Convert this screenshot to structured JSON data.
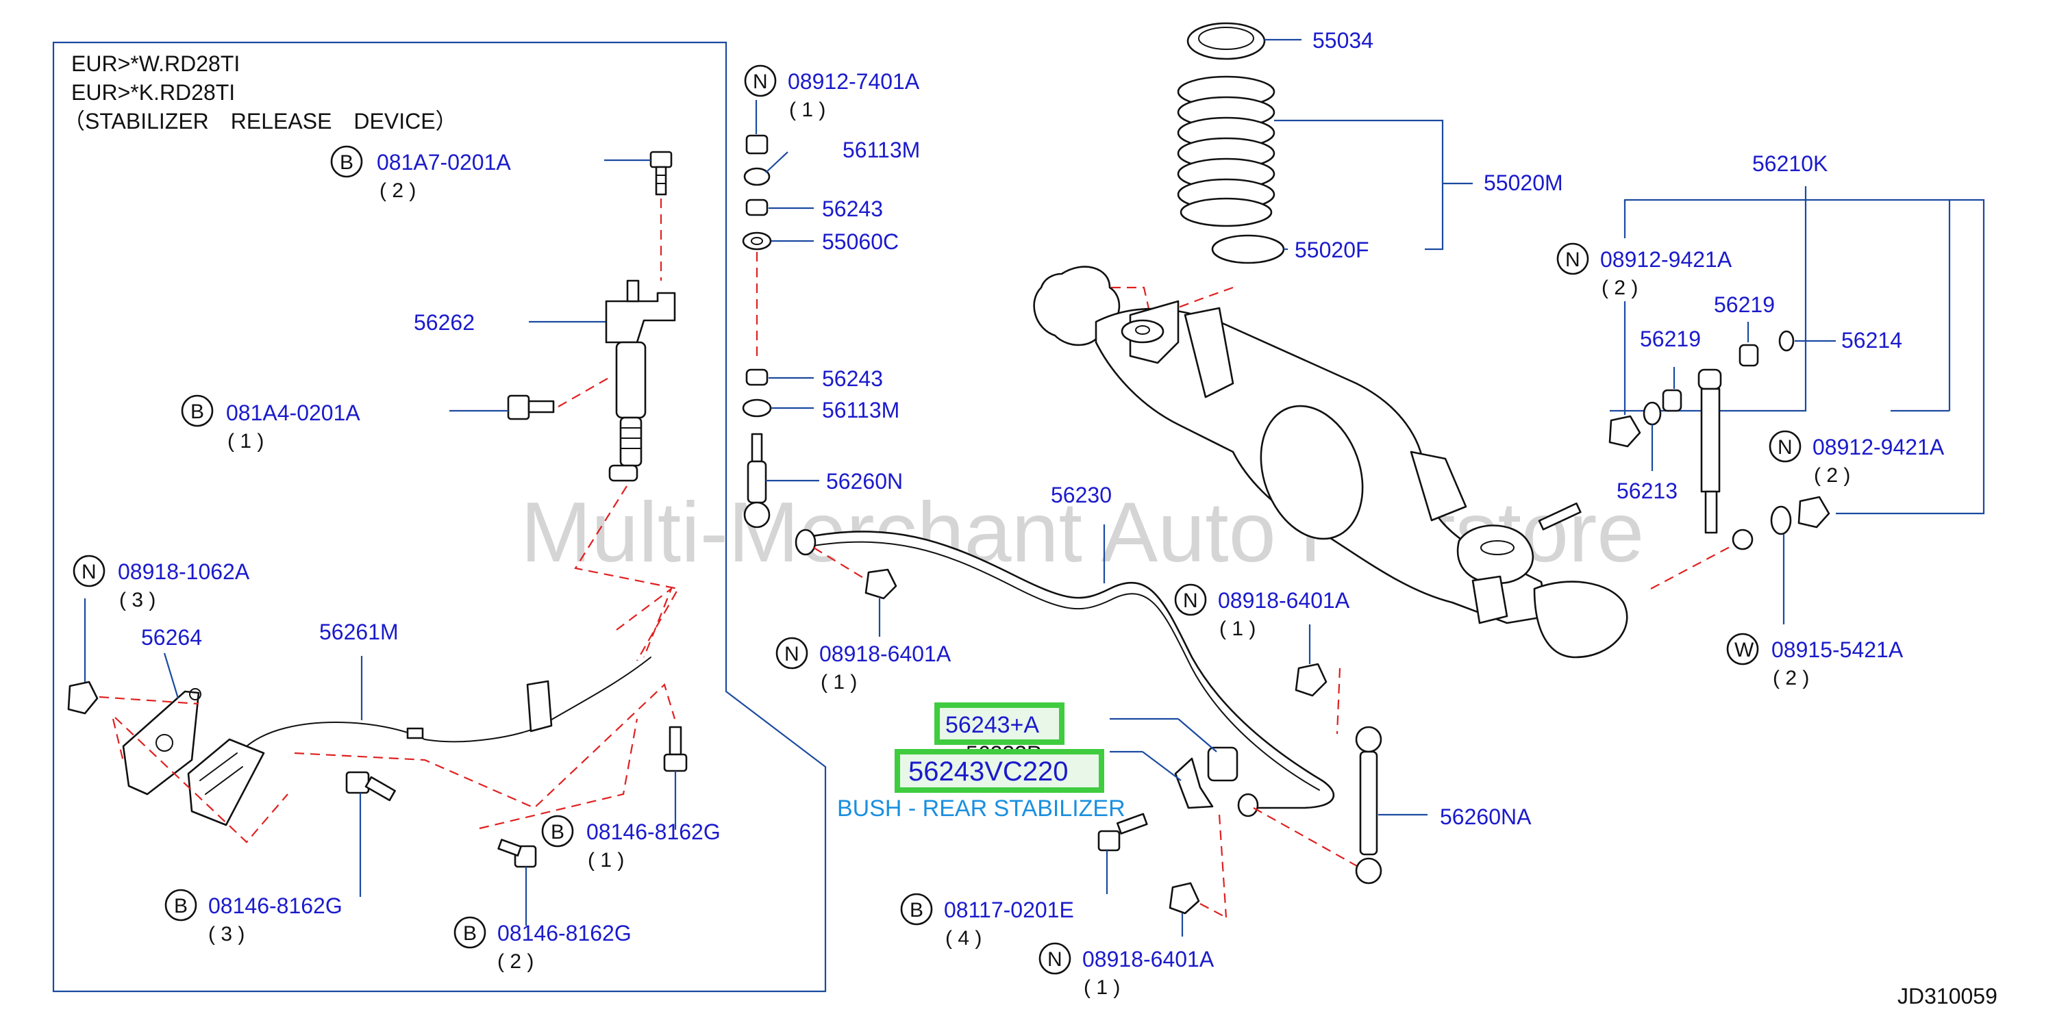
{
  "header": {
    "line1": "EUR>*W.RD28TI",
    "line2": "EUR>*K.RD28TI",
    "line3": "（STABILIZER　RELEASE　DEVICE）"
  },
  "watermark": "Multi-Merchant Auto Partstore",
  "diagram_code": "JD310059",
  "highlight": {
    "box1": "56243+A",
    "box2": "56243VC220",
    "overlapped_label": "56233P",
    "description": "BUSH - REAR STABILIZER"
  },
  "labels": {
    "p081A7": "081A7-0201A",
    "q081A7": "( 2 )",
    "p56262": "56262",
    "p081A4": "081A4-0201A",
    "q081A4": "( 1 )",
    "p08918_1062": "08918-1062A",
    "q08918_1062": "( 3 )",
    "p56264": "56264",
    "p56261M": "56261M",
    "p08146a": "08146-8162G",
    "q08146a": "( 1 )",
    "p08146b": "08146-8162G",
    "q08146b": "( 3 )",
    "p08146c": "08146-8162G",
    "q08146c": "( 2 )",
    "p08912_7401": "08912-7401A",
    "q08912_7401": "( 1 )",
    "p56113M_a": "56113M",
    "p56243_a": "56243",
    "p55060C": "55060C",
    "p56243_b": "56243",
    "p56113M_b": "56113M",
    "p56260N": "56260N",
    "p56230": "56230",
    "p08918_6401a": "08918-6401A",
    "q08918_6401a": "( 1 )",
    "p08918_6401b": "08918-6401A",
    "q08918_6401b": "( 1 )",
    "p08918_6401c": "08918-6401A",
    "q08918_6401c": "( 1 )",
    "p56260NA": "56260NA",
    "p08117": "08117-0201E",
    "q08117": "( 4 )",
    "p55034": "55034",
    "p55020M": "55020M",
    "p55020F": "55020F",
    "p56210K": "56210K",
    "p08912_9421a": "08912-9421A",
    "q08912_9421a": "( 2 )",
    "p56219a": "56219",
    "p56219b": "56219",
    "p56214": "56214",
    "p56213": "56213",
    "p08912_9421b": "08912-9421A",
    "q08912_9421b": "( 2 )",
    "p08915": "08915-5421A",
    "q08915": "( 2 )"
  },
  "badges": {
    "N": "N",
    "B": "B",
    "W": "W"
  }
}
